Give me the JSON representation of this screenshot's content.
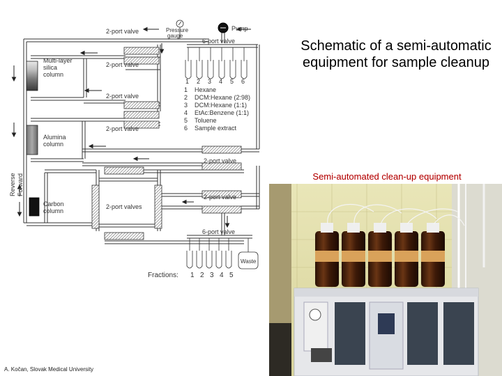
{
  "slide": {
    "title": "Schematic of a semi-automatic equipment for sample cleanup",
    "photo_caption": "Semi-automated clean-up equipment",
    "footer": "A. Kočan, Slovak Medical University"
  },
  "schematic": {
    "valves": {
      "v1": "2-port valve",
      "v2": "2-port valve",
      "v3": "2-port valve",
      "v4": "2-port valve",
      "v5": "2-port valve",
      "v6": "2-port valve",
      "v7": "2-port valves",
      "six_port_top": "6-port valve",
      "six_port_bottom": "6-port valve"
    },
    "pressure_gauge": [
      "Pressure",
      "gauge"
    ],
    "pump": "Pump",
    "columns": {
      "silica": [
        "Multi-layer",
        "silica",
        "column"
      ],
      "alumina": [
        "Alumina",
        "column"
      ],
      "carbon": [
        "Carbon",
        "column"
      ]
    },
    "flow": {
      "reverse": "Reverse",
      "forward": "Forward"
    },
    "solvent_numbers": [
      "1",
      "2",
      "3",
      "4",
      "5",
      "6"
    ],
    "solvents": [
      {
        "num": "1",
        "name": "Hexane"
      },
      {
        "num": "2",
        "name": "DCM:Hexane (2:98)"
      },
      {
        "num": "3",
        "name": "DCM:Hexane (1:1)"
      },
      {
        "num": "4",
        "name": "EtAc:Benzene (1:1)"
      },
      {
        "num": "5",
        "name": "Toluene"
      },
      {
        "num": "6",
        "name": "Sample extract"
      }
    ],
    "fractions_label": "Fractions:",
    "fraction_numbers": [
      "1",
      "2",
      "3",
      "4",
      "5"
    ],
    "waste_label": "Waste"
  },
  "colors": {
    "pipe": "#333333",
    "caption": "#b00000",
    "carbon_column": "#111111",
    "silica_dark": "#444444",
    "alumina": "#888888"
  }
}
